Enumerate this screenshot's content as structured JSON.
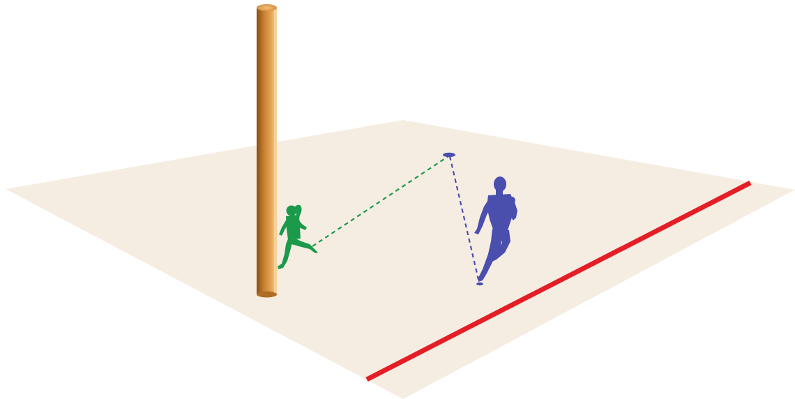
{
  "scene": {
    "colors": {
      "background": "#ffffff",
      "ground": "#f6ede2",
      "boundary_line": "#e41e26",
      "pole_dark": "#9a5a17",
      "pole_mid": "#d7923f",
      "pole_light": "#f6c684",
      "girl": "#1a9a4a",
      "runner": "#4a4fae"
    },
    "figures": [
      {
        "name": "girl-runner-figure",
        "icon": "running-girl-silhouette",
        "color": "#1a9a4a"
      },
      {
        "name": "man-runner-figure",
        "icon": "running-man-silhouette",
        "color": "#4a4fae"
      }
    ],
    "objects": [
      {
        "name": "wooden-pole",
        "icon": "cylinder-pole"
      },
      {
        "name": "red-boundary-line",
        "icon": "line"
      },
      {
        "name": "cone-marker",
        "icon": "flat-disc-marker"
      }
    ]
  }
}
